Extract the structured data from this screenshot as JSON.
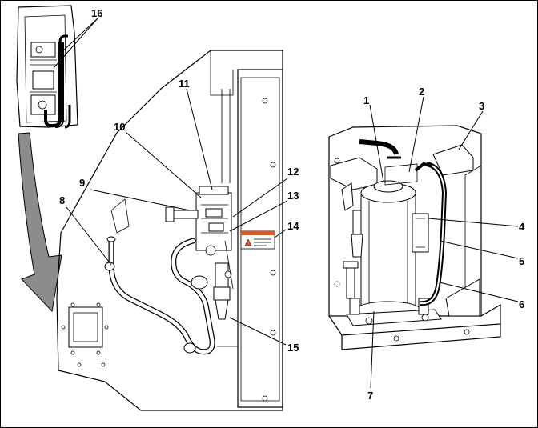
{
  "figure": {
    "background": "#ffffff",
    "line_color": "#000000",
    "arrow_fill": "#8c8c8c",
    "warning_label_color": "#e8541e"
  },
  "callouts": [
    {
      "id": "c1",
      "label": "1"
    },
    {
      "id": "c2",
      "label": "2"
    },
    {
      "id": "c3",
      "label": "3"
    },
    {
      "id": "c4",
      "label": "4"
    },
    {
      "id": "c5",
      "label": "5"
    },
    {
      "id": "c6",
      "label": "6"
    },
    {
      "id": "c7",
      "label": "7"
    },
    {
      "id": "c8",
      "label": "8"
    },
    {
      "id": "c9",
      "label": "9"
    },
    {
      "id": "c10",
      "label": "10"
    },
    {
      "id": "c11",
      "label": "11"
    },
    {
      "id": "c12",
      "label": "12"
    },
    {
      "id": "c13",
      "label": "13"
    },
    {
      "id": "c14",
      "label": "14"
    },
    {
      "id": "c15",
      "label": "15"
    },
    {
      "id": "c16",
      "label": "16"
    }
  ]
}
